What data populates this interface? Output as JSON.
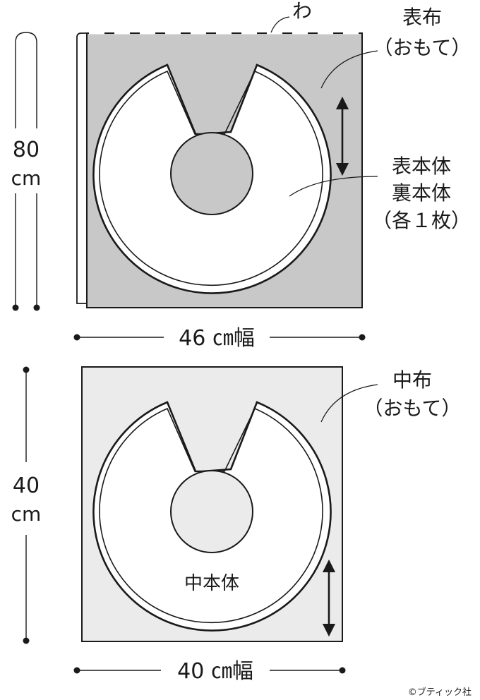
{
  "top": {
    "fold_label": "わ",
    "fabric_label_line1": "表布",
    "fabric_label_line2": "（おもて）",
    "piece_label_line1": "表本体",
    "piece_label_line2": "裏本体",
    "piece_label_line3": "（各１枚）",
    "height_value": "80",
    "height_unit": "cm",
    "width_label": "46 ㎝幅"
  },
  "bottom": {
    "fabric_label_line1": "中布",
    "fabric_label_line2": "（おもて）",
    "piece_label": "中本体",
    "height_value": "40",
    "height_unit": "cm",
    "width_label": "40 ㎝幅"
  },
  "copyright": "©ブティック社",
  "colors": {
    "top_fabric": "#c8c8c8",
    "bottom_fabric": "#ebebeb",
    "ink": "#1a1a1a",
    "fold_dash": "#ffffff"
  }
}
